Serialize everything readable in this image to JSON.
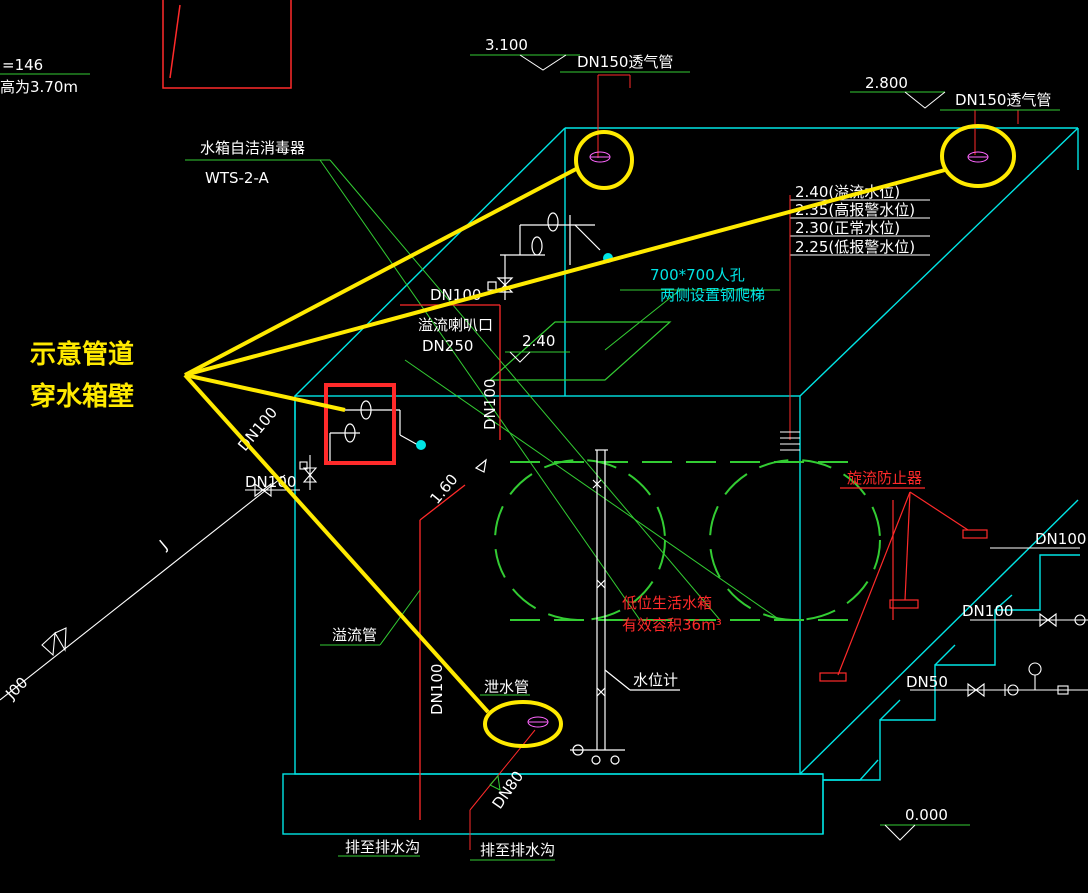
{
  "colors": {
    "background": "#000000",
    "tank_outline": "#00e5e5",
    "pipe_green": "#33cc33",
    "annotation_yellow": "#ffea00",
    "red_items": "#ff2a2a",
    "white": "#ffffff",
    "magenta": "#ff66ff"
  },
  "labels": {
    "top_left_value": "=146",
    "top_left_height": "高为3.70m",
    "elev_vent_left": "3.100",
    "vent_left": "DN150透气管",
    "elev_vent_right": "2.800",
    "vent_right": "DN150透气管",
    "sterilizer_name": "水箱自洁消毒器",
    "sterilizer_model": "WTS-2-A",
    "level_overflow": "2.40(溢流水位)",
    "level_high_alarm": "2.35(高报警水位)",
    "level_normal": "2.30(正常水位)",
    "level_low_alarm": "2.25(低报警水位)",
    "manhole": "700*700人孔",
    "ladder": "两侧设置钢爬梯",
    "dn100_top": "DN100",
    "overflow_bellmouth": "溢流喇叭口",
    "dn250": "DN250",
    "elev_240": "2.40",
    "dn100_vertical_mid": "DN100",
    "dn100_left": "DN100",
    "dn100_left_valve": "DN100",
    "elev_160": "1.60",
    "vortex_preventer": "旋流防止器",
    "dn100_right_top": "DN100",
    "dn100_right_mid": "DN100",
    "dn50_right": "DN50",
    "tank_name": "低位生活水箱",
    "tank_volume": "有效容积36m³",
    "overflow_pipe": "溢流管",
    "dn100_vertical_low": "DN100",
    "drain_pipe": "泄水管",
    "level_gauge": "水位计",
    "dn80": "DN80",
    "to_drain_1": "排至排水沟",
    "to_drain_2": "排至排水沟",
    "elev_0": "0.000",
    "pipe_tag_j": "J",
    "pipe_tag_dn": "J00",
    "note_line1": "示意管道",
    "note_line2": "穿水箱壁"
  }
}
